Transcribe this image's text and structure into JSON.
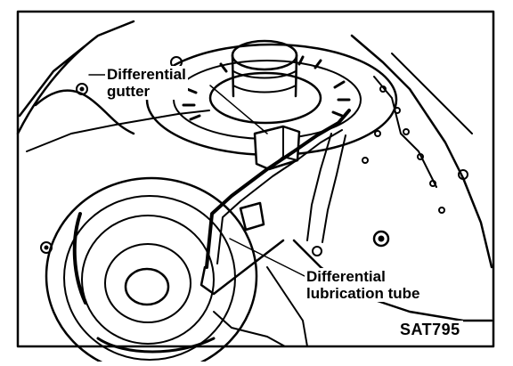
{
  "diagram": {
    "labels": {
      "gutter_line1": "Differential",
      "gutter_line2": "gutter",
      "tube_line1": "Differential",
      "tube_line2": "lubrication tube"
    },
    "figure_code": "SAT795"
  }
}
